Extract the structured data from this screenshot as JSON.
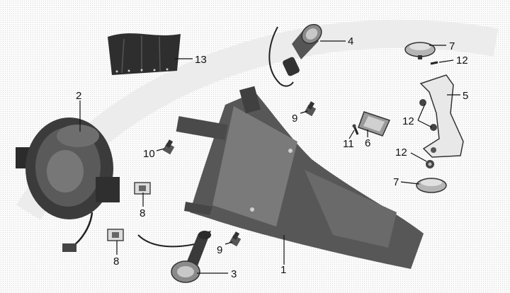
{
  "diagram": {
    "callouts": [
      {
        "id": "1",
        "label": "1"
      },
      {
        "id": "2",
        "label": "2"
      },
      {
        "id": "3",
        "label": "3"
      },
      {
        "id": "4",
        "label": "4"
      },
      {
        "id": "5",
        "label": "5"
      },
      {
        "id": "6",
        "label": "6"
      },
      {
        "id": "7a",
        "label": "7"
      },
      {
        "id": "7b",
        "label": "7"
      },
      {
        "id": "8a",
        "label": "8"
      },
      {
        "id": "8b",
        "label": "8"
      },
      {
        "id": "9a",
        "label": "9"
      },
      {
        "id": "9b",
        "label": "9"
      },
      {
        "id": "10",
        "label": "10"
      },
      {
        "id": "11",
        "label": "11"
      },
      {
        "id": "12a",
        "label": "12"
      },
      {
        "id": "12b",
        "label": "12"
      },
      {
        "id": "12c",
        "label": "12"
      },
      {
        "id": "13",
        "label": "13"
      }
    ],
    "colors": {
      "part_dark": "#3a3a3a",
      "part_mid": "#6b6b6b",
      "part_light": "#bdbdbd",
      "line": "#111111"
    }
  }
}
